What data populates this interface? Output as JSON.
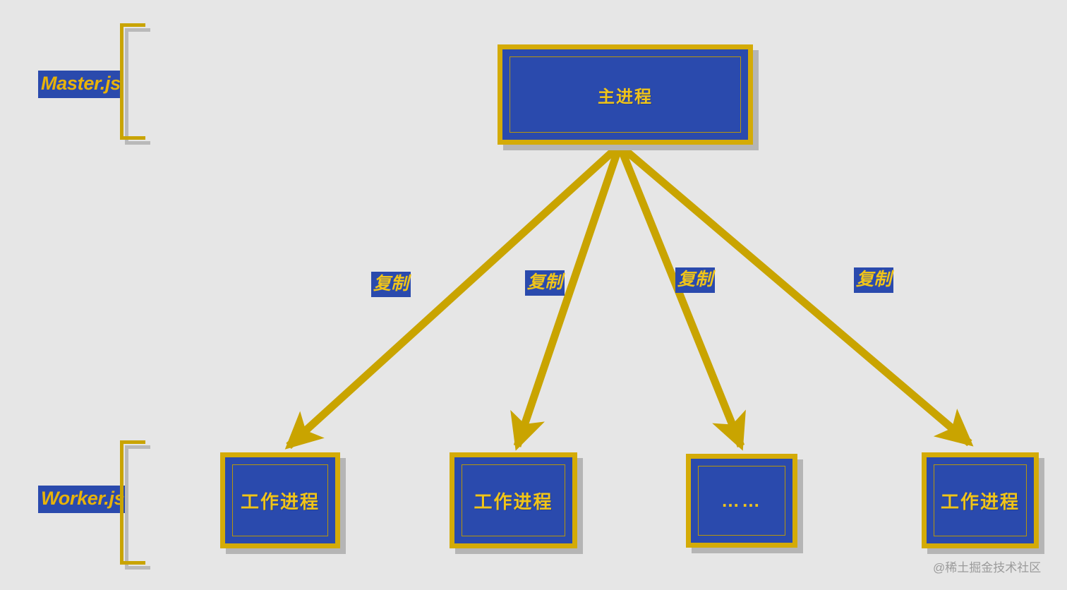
{
  "diagram": {
    "title": "Node.js cluster master-worker process diagram",
    "background_color": "#e6e6e6",
    "accent_gold": "#d4ab07",
    "accent_blue": "#2a4aad",
    "text_gold": "#f0c419"
  },
  "side_labels": [
    {
      "id": "master",
      "text": "Master.js"
    },
    {
      "id": "worker",
      "text": "Worker.js"
    }
  ],
  "master": {
    "label": "主进程"
  },
  "workers": [
    {
      "id": "worker-1",
      "label": "工作进程",
      "type": "text"
    },
    {
      "id": "worker-2",
      "label": "工作进程",
      "type": "text"
    },
    {
      "id": "worker-3",
      "label": "……",
      "type": "dots"
    },
    {
      "id": "worker-4",
      "label": "工作进程",
      "type": "text"
    }
  ],
  "edges": [
    {
      "id": "edge-1",
      "label": "复制",
      "from": "主进程",
      "to": "工作进程"
    },
    {
      "id": "edge-2",
      "label": "复制",
      "from": "主进程",
      "to": "工作进程"
    },
    {
      "id": "edge-3",
      "label": "复制",
      "from": "主进程",
      "to": "……"
    },
    {
      "id": "edge-4",
      "label": "复制",
      "from": "主进程",
      "to": "工作进程"
    }
  ],
  "watermark": {
    "text": "@稀土掘金技术社区"
  }
}
